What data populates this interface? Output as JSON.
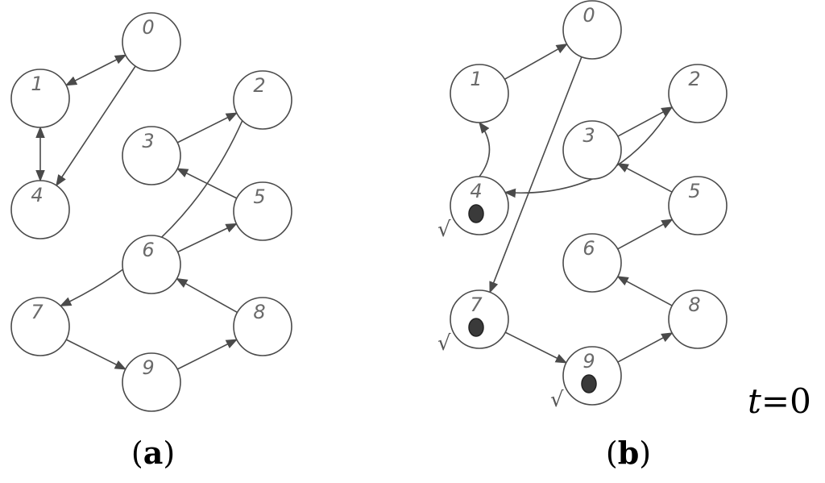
{
  "panels": [
    {
      "label": "a",
      "nodes": [
        {
          "id": "0",
          "token": false,
          "checked": false
        },
        {
          "id": "1",
          "token": false,
          "checked": false
        },
        {
          "id": "2",
          "token": false,
          "checked": false
        },
        {
          "id": "3",
          "token": false,
          "checked": false
        },
        {
          "id": "4",
          "token": false,
          "checked": false
        },
        {
          "id": "5",
          "token": false,
          "checked": false
        },
        {
          "id": "6",
          "token": false,
          "checked": false
        },
        {
          "id": "7",
          "token": false,
          "checked": false
        },
        {
          "id": "8",
          "token": false,
          "checked": false
        },
        {
          "id": "9",
          "token": false,
          "checked": false
        }
      ],
      "edges": [
        {
          "from": "1",
          "to": "0",
          "bidirectional": true
        },
        {
          "from": "0",
          "to": "4",
          "bidirectional": false
        },
        {
          "from": "4",
          "to": "1",
          "bidirectional": true
        },
        {
          "from": "2",
          "to": "7",
          "bidirectional": false
        },
        {
          "from": "3",
          "to": "2",
          "bidirectional": false
        },
        {
          "from": "5",
          "to": "3",
          "bidirectional": false
        },
        {
          "from": "6",
          "to": "5",
          "bidirectional": false
        },
        {
          "from": "8",
          "to": "6",
          "bidirectional": false
        },
        {
          "from": "7",
          "to": "9",
          "bidirectional": false
        },
        {
          "from": "9",
          "to": "8",
          "bidirectional": false
        }
      ]
    },
    {
      "label": "b",
      "nodes": [
        {
          "id": "0",
          "token": false,
          "checked": false
        },
        {
          "id": "1",
          "token": false,
          "checked": false
        },
        {
          "id": "2",
          "token": false,
          "checked": false
        },
        {
          "id": "3",
          "token": false,
          "checked": false
        },
        {
          "id": "4",
          "token": true,
          "checked": true
        },
        {
          "id": "5",
          "token": false,
          "checked": false
        },
        {
          "id": "6",
          "token": false,
          "checked": false
        },
        {
          "id": "7",
          "token": true,
          "checked": true
        },
        {
          "id": "8",
          "token": false,
          "checked": false
        },
        {
          "id": "9",
          "token": true,
          "checked": true
        }
      ],
      "edges": [
        {
          "from": "1",
          "to": "0",
          "bidirectional": false
        },
        {
          "from": "0",
          "to": "7",
          "bidirectional": false
        },
        {
          "from": "4",
          "to": "1",
          "bidirectional": false
        },
        {
          "from": "2",
          "to": "4",
          "bidirectional": false
        },
        {
          "from": "3",
          "to": "2",
          "bidirectional": false
        },
        {
          "from": "5",
          "to": "3",
          "bidirectional": false
        },
        {
          "from": "6",
          "to": "5",
          "bidirectional": false
        },
        {
          "from": "8",
          "to": "6",
          "bidirectional": false
        },
        {
          "from": "7",
          "to": "9",
          "bidirectional": false
        },
        {
          "from": "9",
          "to": "8",
          "bidirectional": false
        }
      ]
    }
  ],
  "check_mark": "√",
  "time_label": {
    "var": "t",
    "eq": "=",
    "value": "0"
  },
  "colors": {
    "stroke": "#4a4a4a",
    "token": "#3a3a3a",
    "text": "#000000"
  }
}
